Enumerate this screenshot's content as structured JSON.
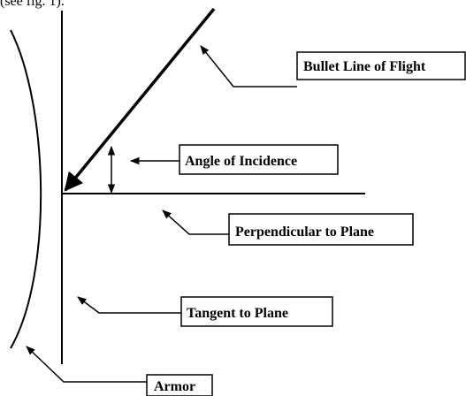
{
  "caption": "(see fig. 1).",
  "labels": {
    "bullet_line": "Bullet Line of Flight",
    "angle_of_incidence": "Angle of Incidence",
    "perpendicular": "Perpendicular to Plane",
    "tangent": "Tangent to Plane",
    "armor": "Armor"
  },
  "colors": {
    "ink": "#000000",
    "background": "#ffffff"
  }
}
